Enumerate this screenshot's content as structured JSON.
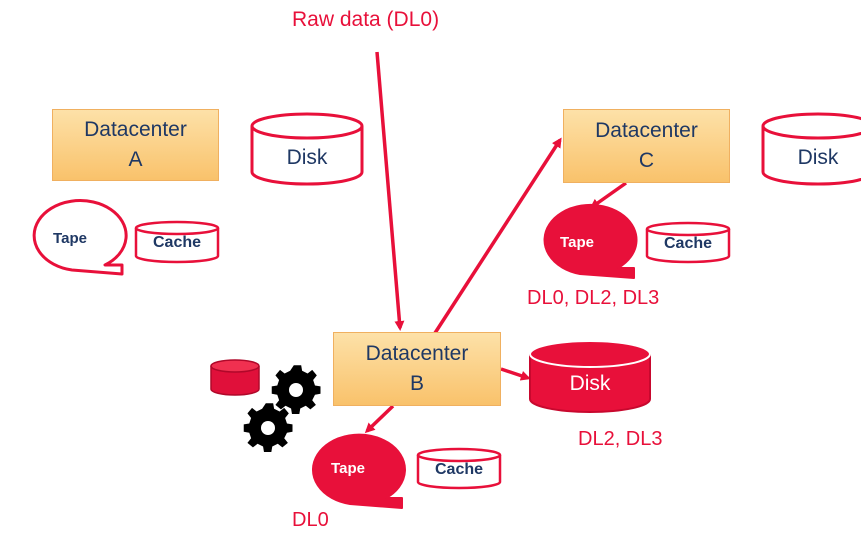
{
  "title": "Raw data (DL0)",
  "datacenters": {
    "a": {
      "line1": "Datacenter",
      "line2": "A"
    },
    "b": {
      "line1": "Datacenter",
      "line2": "B"
    },
    "c": {
      "line1": "Datacenter",
      "line2": "C"
    }
  },
  "disk_label": "Disk",
  "tape_label": "Tape",
  "cache_label": "Cache",
  "labels": {
    "c_tape": "DL0, DL2, DL3",
    "b_disk": "DL2, DL3",
    "b_tape": "DL0"
  },
  "colors": {
    "accent": "#e8103a",
    "box_fill": "#f9c26b",
    "text_dark": "#1f3864"
  },
  "icons": [
    "database-icon",
    "gear-icon",
    "gear-icon"
  ]
}
